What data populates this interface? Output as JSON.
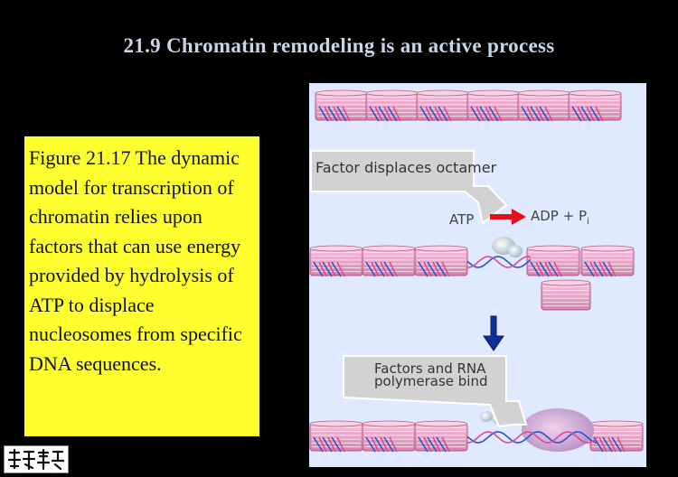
{
  "title": "21.9 Chromatin remodeling is an active process",
  "caption": "Figure 21.17 The dynamic model for transcription of chromatin relies upon factors that can use energy provided by hydrolysis of ATP to displace nucleosomes from specific DNA sequences.",
  "figure": {
    "step1_label": "Factor displaces octamer",
    "atp": "ATP",
    "adp_main": "ADP + P",
    "adp_sub": "i",
    "step2_line1": "Factors and RNA",
    "step2_line2": "polymerase bind"
  },
  "colors": {
    "background": "#000000",
    "title": "#c8d4e8",
    "caption_bg": "#ffff30",
    "figure_bg": "#dfe9ff",
    "nucleosome": "#e7a0c4",
    "dna_pink": "#d94b94",
    "dna_blue": "#2d4fd0",
    "arrow": "#c9c9c9",
    "red_arrow": "#e1121c",
    "blue_arrow": "#102d9c"
  },
  "logo": {
    "icon": "university-logo-icon"
  }
}
